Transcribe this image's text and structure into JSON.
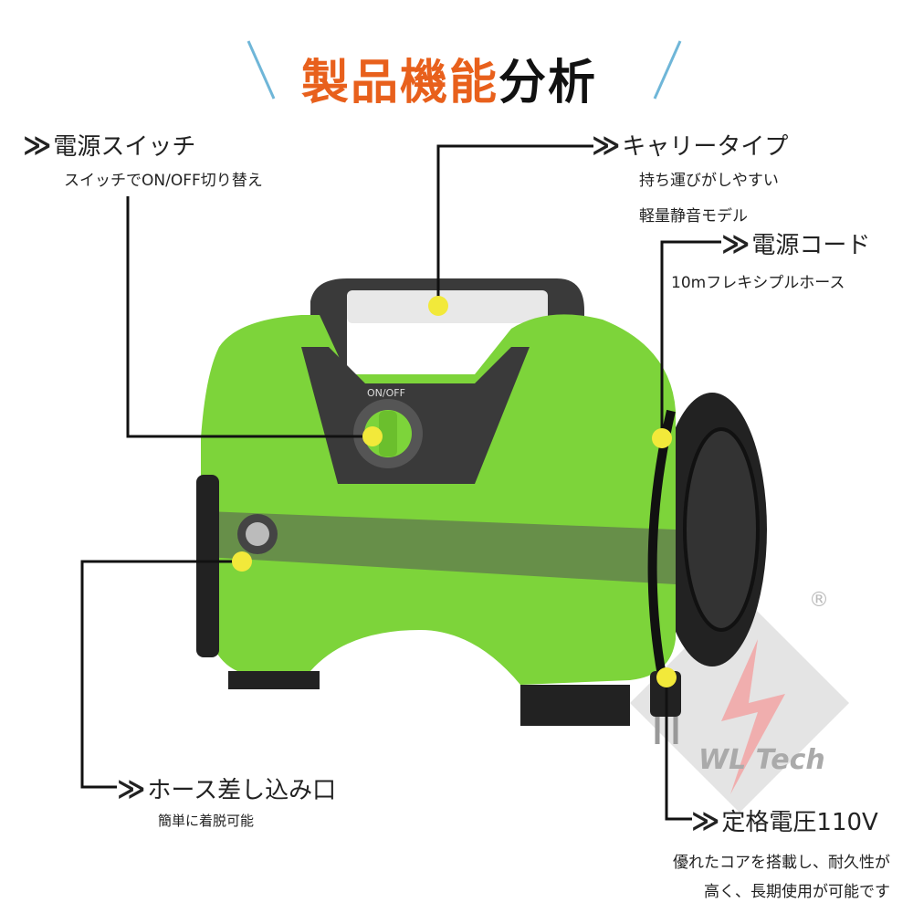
{
  "title": {
    "part1": "製品機能",
    "part2": "分析"
  },
  "callouts": [
    {
      "id": "power-switch",
      "heading": "電源スイッチ",
      "lines": [
        "スイッチでON/OFF切り替え"
      ]
    },
    {
      "id": "carry-type",
      "heading": "キャリータイプ",
      "lines": [
        "持ち運びがしやすい",
        "軽量静音モデル"
      ]
    },
    {
      "id": "power-cord",
      "heading": "電源コード",
      "lines": [
        "10mフレキシプルホース"
      ]
    },
    {
      "id": "hose-inlet",
      "heading": "ホース差し込み口",
      "lines": [
        "簡単に着脱可能"
      ]
    },
    {
      "id": "rated-voltage",
      "heading": "定格電圧110V",
      "lines": [
        "優れたコアを搭載し、耐久性が",
        "高く、長期使用が可能です"
      ]
    }
  ],
  "chevron": "≫",
  "watermark": "WL Tech",
  "registered": "®",
  "switch_label": "ON/OFF",
  "colors": {
    "accent": "#e8601c",
    "body": "#7dd43a",
    "dark": "#3a3a3a",
    "marker": "#f2e93a"
  }
}
